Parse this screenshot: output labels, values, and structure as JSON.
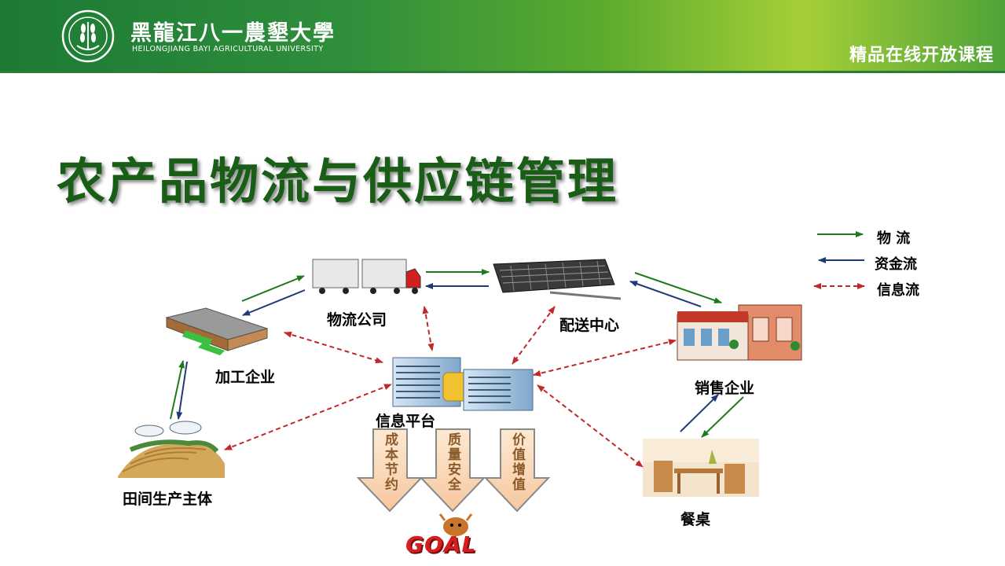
{
  "header": {
    "university_cn": "黑龍江八一農墾大學",
    "university_en": "HEILONGJIANG BAYI AGRICULTURAL UNIVERSITY",
    "course_label": "精品在线开放课程"
  },
  "slide": {
    "title": "农产品物流与供应链管理"
  },
  "legend": [
    {
      "label": "物  流",
      "type": "goods",
      "color": "#1e7a1e"
    },
    {
      "label": "资金流",
      "type": "funds",
      "color": "#1f3a7a"
    },
    {
      "label": "信息流",
      "type": "info",
      "color": "#c0282a"
    }
  ],
  "nodes": {
    "logistics_company": "物流公司",
    "distribution_center": "配送中心",
    "processing_enterprise": "加工企业",
    "sales_enterprise": "销售企业",
    "info_platform": "信息平台",
    "field_producers": "田间生产主体",
    "dining_table": "餐桌"
  },
  "goal_arrows": [
    "成本节约",
    "质量安全",
    "价值增值"
  ],
  "goal_text": "GOAL"
}
